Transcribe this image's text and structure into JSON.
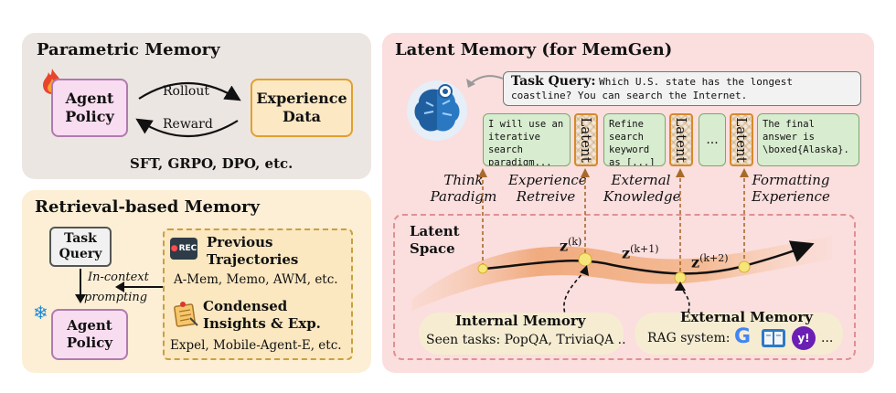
{
  "parametric": {
    "title": "Parametric Memory",
    "agent_policy": "Agent Policy",
    "rollout": "Rollout",
    "reward": "Reward",
    "experience_data": "Experience Data",
    "methods": "SFT, GRPO, DPO, etc."
  },
  "retrieval": {
    "title": "Retrieval-based Memory",
    "task_query": "Task Query",
    "agent_policy": "Agent Policy",
    "in_context": "In-context",
    "prompting": "prompting",
    "prev_traj_title": "Previous Trajectories",
    "prev_traj_examples": "A-Mem, Memo, AWM, etc.",
    "insights_title": "Condensed Insights & Exp.",
    "insights_examples": "Expel, Mobile-Agent-E, etc.",
    "rec_icon": "REC"
  },
  "latent": {
    "title": "Latent Memory (for MemGen)",
    "task_query_label": "Task Query:",
    "task_query_text": "Which U.S. state has the longest coastline? You can search the Internet.",
    "bubble1": "I will use an iterative search paradigm...",
    "bubble2": "Refine search keyword as [...]",
    "bubble3": "The final answer is \\boxed{Alaska}.",
    "latent_label": "Latent",
    "ellipsis": "...",
    "think": "Think Paradigm",
    "experience": "Experience Retreive",
    "external_k": "External Knowledge",
    "formatting": "Formatting Experience",
    "latent_space": "Latent Space",
    "z1": "z",
    "z1_sup": "(k)",
    "z2": "z",
    "z2_sup": "(k+1)",
    "z3": "z",
    "z3_sup": "(k+2)",
    "internal_title": "Internal Memory",
    "internal_text": "Seen tasks: PopQA, TriviaQA ..",
    "external_title": "External Memory",
    "external_text": "RAG system:",
    "external_more": "...",
    "google_glyph": "G",
    "yahoo_glyph": "y!"
  },
  "colors": {
    "parametric_bg": "#ece6e2",
    "retrieval_bg": "#fcefd6",
    "latent_bg": "#fbdede",
    "agent_box": "#f8dcf0",
    "agent_border": "#b07ab0",
    "experience_box": "#fde8c4",
    "experience_border": "#e0a030"
  }
}
